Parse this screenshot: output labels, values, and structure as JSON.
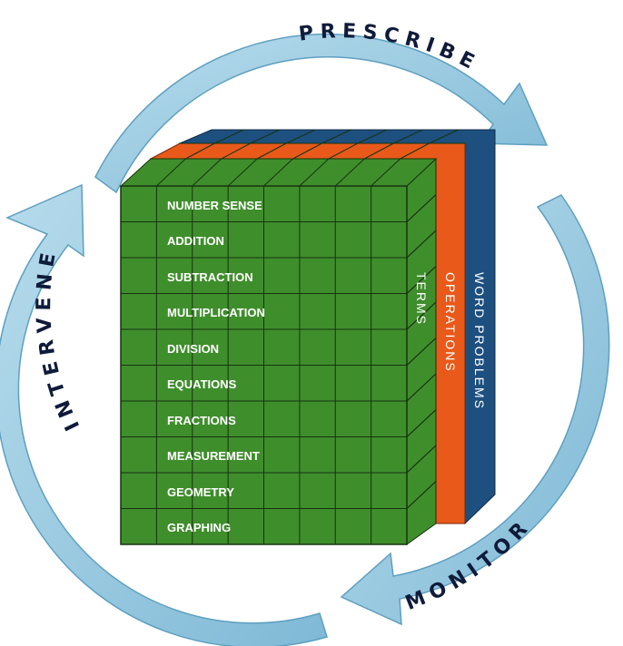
{
  "cycle": {
    "prescribe": "PRESCRIBE",
    "monitor": "MONITOR",
    "intervene": "INTERVENE"
  },
  "cube": {
    "rows": [
      "NUMBER SENSE",
      "ADDITION",
      "SUBTRACTION",
      "MULTIPLICATION",
      "DIVISION",
      "EQUATIONS",
      "FRACTIONS",
      "MEASUREMENT",
      "GEOMETRY",
      "GRAPHING"
    ],
    "layers": [
      "TERMS",
      "OPERATIONS",
      "WORD PROBLEMS"
    ]
  },
  "colors": {
    "arrow": "#8fc6e0",
    "arrow_edge": "#5e9fc0",
    "cube_face": "#3f8e2c",
    "grid_line": "#16330f",
    "orange_layer": "#e8591a",
    "blue_layer": "#1d4f7f",
    "cycle_text": "#0f1b3a"
  }
}
